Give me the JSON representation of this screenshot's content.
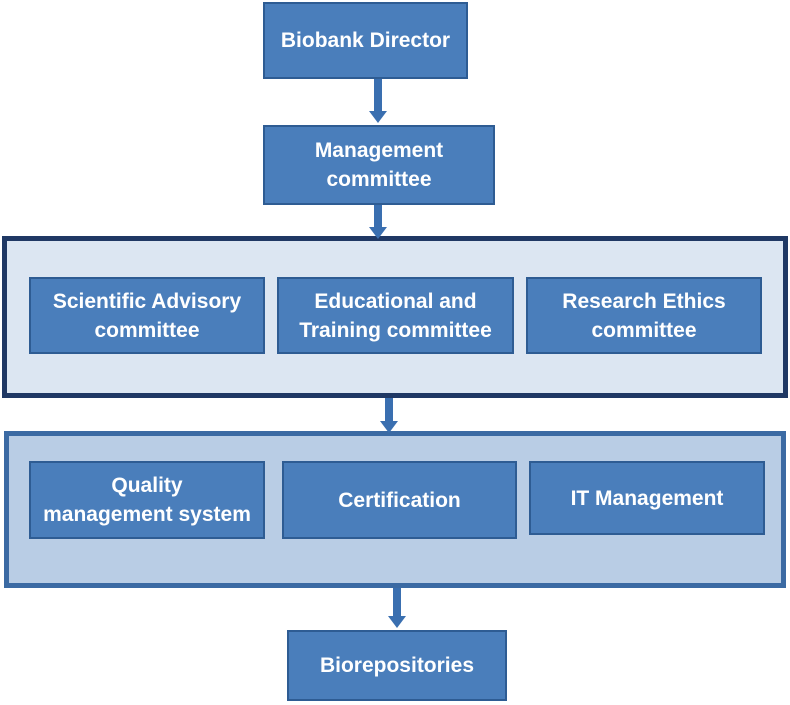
{
  "top": {
    "director": "Biobank Director",
    "management": "Management\ncommittee"
  },
  "committees": [
    "Scientific Advisory\ncommittee",
    "Educational and\nTraining committee",
    "Research Ethics\ncommittee"
  ],
  "services": [
    "Quality\nmanagement system",
    "Certification",
    "IT Management"
  ],
  "bottom": {
    "biorepositories": "Biorepositories"
  },
  "colors": {
    "box_fill": "#4a7ebb",
    "box_border": "#2e5c93",
    "committees_group_fill": "#dce6f2",
    "committees_group_border": "#1f3864",
    "services_group_fill": "#b9cde5",
    "services_group_border": "#3b6aa3",
    "arrow": "#3a6fb0",
    "text": "#ffffff"
  }
}
